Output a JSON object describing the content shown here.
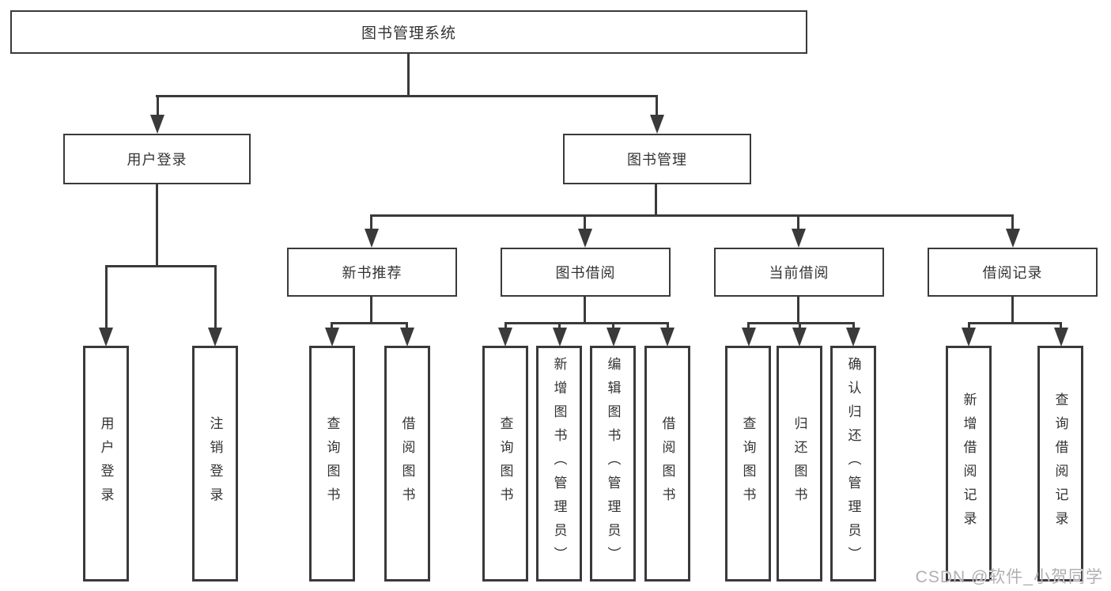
{
  "colors": {
    "line": "#3a3a3a",
    "text": "#333333",
    "watermark": "#b0b0b0",
    "background": "#ffffff"
  },
  "tree": {
    "root": "图书管理系统",
    "user": {
      "label": "用户登录",
      "children": [
        "用户登录",
        "注销登录"
      ]
    },
    "book": {
      "label": "图书管理",
      "sections": [
        {
          "label": "新书推荐",
          "children": [
            "查询图书",
            "借阅图书"
          ]
        },
        {
          "label": "图书借阅",
          "children": [
            "查询图书",
            "新增图书（管理员）",
            "编辑图书（管理员）",
            "借阅图书"
          ]
        },
        {
          "label": "当前借阅",
          "children": [
            "查询图书",
            "归还图书",
            "确认归还（管理员）"
          ]
        },
        {
          "label": "借阅记录",
          "children": [
            "新增借阅记录",
            "查询借阅记录"
          ]
        }
      ]
    }
  },
  "watermark": {
    "text": "CSDN @软件_小贺同学"
  }
}
